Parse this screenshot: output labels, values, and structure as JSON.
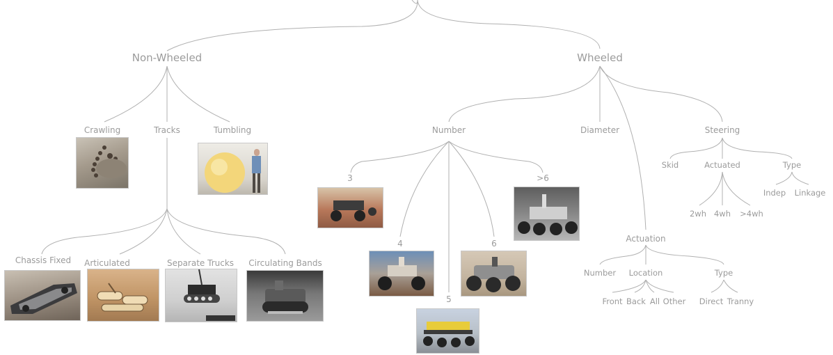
{
  "root": {
    "non_wheeled": {
      "label": "Non-Wheeled",
      "crawling": "Crawling",
      "tracks": "Tracks",
      "tumbling": "Tumbling",
      "track_types": {
        "chassis_fixed": "Chassis Fixed",
        "articulated": "Articulated",
        "separate_trucks": "Separate Trucks",
        "circulating_bands": "Circulating Bands"
      }
    },
    "wheeled": {
      "label": "Wheeled",
      "number": {
        "label": "Number",
        "n3": "3",
        "n4": "4",
        "n5": "5",
        "n6": "6",
        "n_gt6": ">6"
      },
      "diameter": "Diameter",
      "steering": {
        "label": "Steering",
        "skid": "Skid",
        "actuated": {
          "label": "Actuated",
          "w2": "2wh",
          "w4": "4wh",
          "w_gt4": ">4wh"
        },
        "type": {
          "label": "Type",
          "indep": "Indep",
          "linkage": "Linkage"
        }
      },
      "actuation": {
        "label": "Actuation",
        "number": "Number",
        "location": {
          "label": "Location",
          "front": "Front",
          "back": "Back",
          "all": "All",
          "other": "Other"
        },
        "type": {
          "label": "Type",
          "direct": "Direct",
          "tranny": "Tranny"
        }
      }
    }
  },
  "colors": {
    "line": "#b0b0b0",
    "text": "#9b9b9b"
  }
}
